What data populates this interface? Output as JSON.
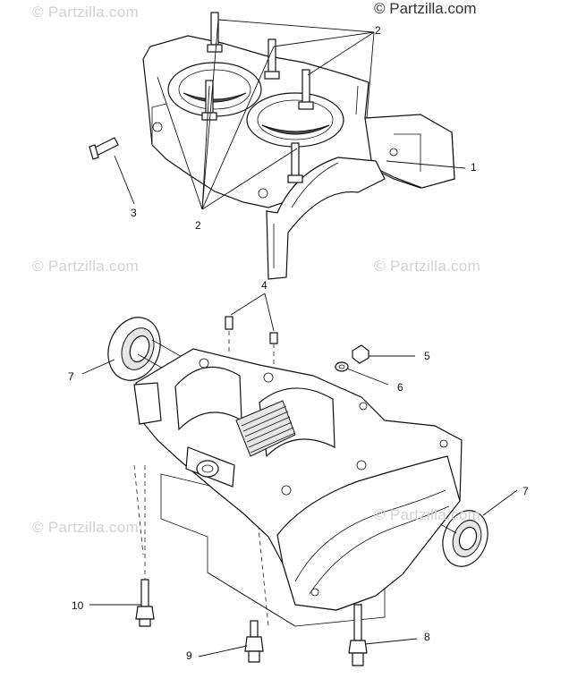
{
  "watermark": {
    "brand_text": "© Partzilla.com",
    "brand_color": "#333333",
    "faint_color": "#d3d3d3"
  },
  "callouts": [
    {
      "id": "1",
      "label": "1"
    },
    {
      "id": "2",
      "label": "2"
    },
    {
      "id": "3",
      "label": "3"
    },
    {
      "id": "4",
      "label": "4"
    },
    {
      "id": "5",
      "label": "5"
    },
    {
      "id": "6",
      "label": "6"
    },
    {
      "id": "7a",
      "label": "7"
    },
    {
      "id": "7b",
      "label": "7"
    },
    {
      "id": "8",
      "label": "8"
    },
    {
      "id": "9",
      "label": "9"
    },
    {
      "id": "10",
      "label": "10"
    }
  ],
  "parts": [
    {
      "name": "upper-crankcase"
    },
    {
      "name": "crankcase-stud"
    },
    {
      "name": "bolt"
    },
    {
      "name": "dowel-pin"
    },
    {
      "name": "nut"
    },
    {
      "name": "washer"
    },
    {
      "name": "oil-seal"
    },
    {
      "name": "lower-crankcase"
    }
  ]
}
